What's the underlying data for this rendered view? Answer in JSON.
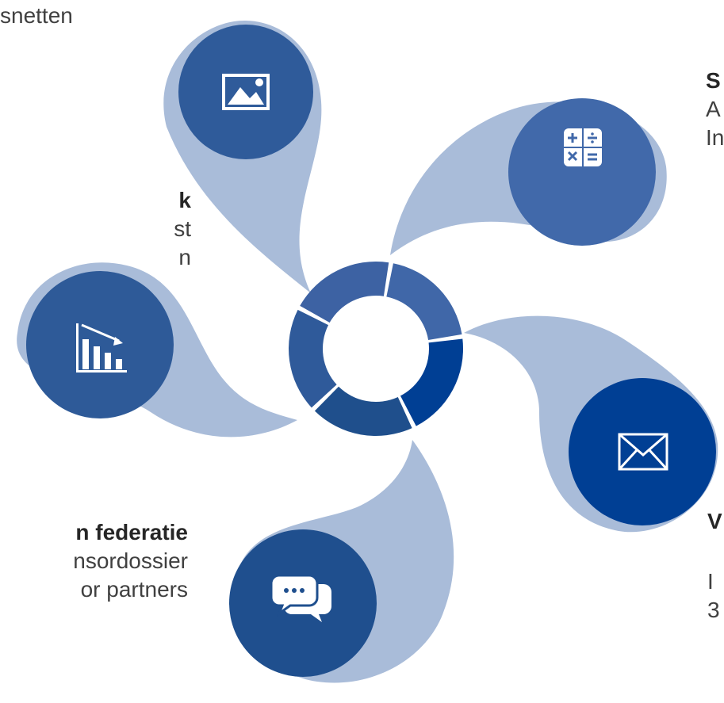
{
  "colors": {
    "petal": "#a9bcd9",
    "ring_segments": [
      "#4067a8",
      "#003f94",
      "#1f4f8c",
      "#2f5a9a",
      "#3d62a3"
    ],
    "circles": [
      "#2f5b9a",
      "#4169aa",
      "#003f94",
      "#1f4f8e",
      "#2e5a98"
    ]
  },
  "icons": [
    "image-icon",
    "calculator-icon",
    "envelope-icon",
    "chat-bubbles-icon",
    "chart-decline-icon"
  ],
  "texts": {
    "top_left": "snetten",
    "left_bold": "k",
    "left_line1": "st",
    "left_line2": "n",
    "bottom_left_bold": "n federatie",
    "bottom_left_line1": "nsordossier",
    "bottom_left_line2": "or partners",
    "right_bold": "S",
    "right_line1": "A",
    "right_line2": "In",
    "bottom_right_bold": "V",
    "bottom_right_line1": "I",
    "bottom_right_line2": "3"
  }
}
